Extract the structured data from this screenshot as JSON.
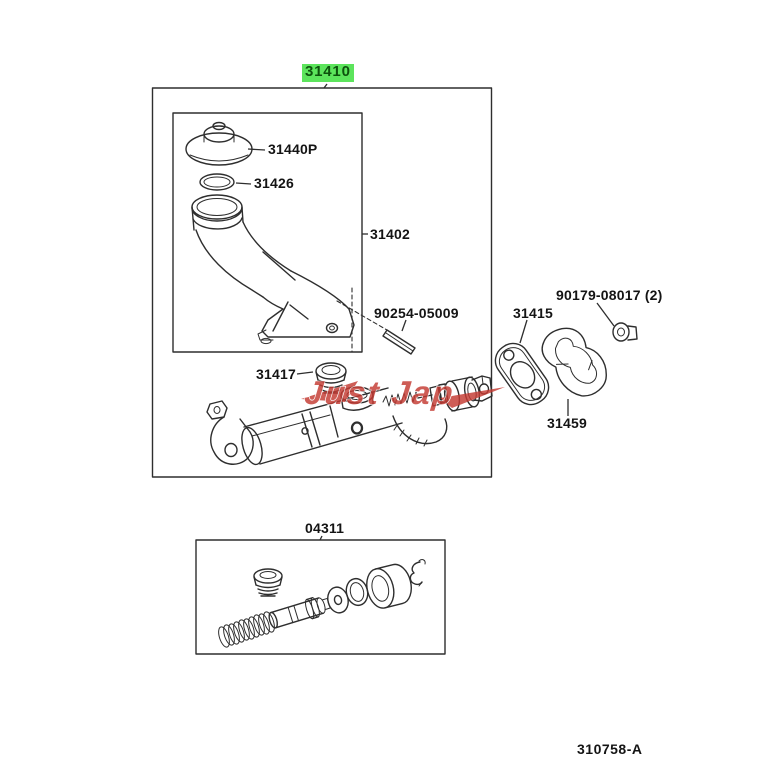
{
  "colors": {
    "highlightBg": "#5ce45c",
    "highlightFg": "#0d520d",
    "line": "#2e2e2e",
    "text": "#141414",
    "watermark": "#c43a32"
  },
  "callouts": {
    "assembly": "31410",
    "cap": "31440P",
    "oring": "31426",
    "reservoir": "31402",
    "pin": "90254-05009",
    "gasket": "31415",
    "nut": "90179-08017 (2)",
    "grommet": "31417",
    "bracket": "31459",
    "repair_kit": "04311"
  },
  "watermark": {
    "text": "Just Jap"
  },
  "footer": {
    "code": "310758-A"
  }
}
